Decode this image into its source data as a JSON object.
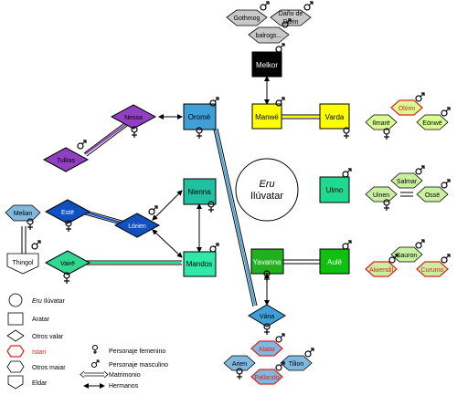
{
  "center": {
    "eru": "Eru",
    "iluvatar": "Ilúvatar"
  },
  "valar": {
    "melkor": "Melkor",
    "manwe": "Manwë",
    "varda": "Varda",
    "orome": "Oromë",
    "nienna": "Nienna",
    "ulmo": "Ulmo",
    "mandos": "Mandos",
    "yavanna": "Yavanna",
    "aule": "Aulë",
    "vana": "Vána",
    "nessa": "Nessa",
    "tulkas": "Tulkas",
    "este": "Estë",
    "lorien": "Lórien",
    "vaire": "Vairë"
  },
  "maiar": {
    "gothmog": "Gothmog",
    "balrogs": "balrogs...",
    "durin": [
      "Daño de",
      "Durin"
    ],
    "olorin": "Olórin",
    "ilmare": "Ilmarë",
    "eonwe": "Eönwë",
    "salmar": "Salmar",
    "uinen": "Uinen",
    "osse": "Ossë",
    "sauron": "Sauron",
    "aiwendil": "Aiwendil",
    "curumo": "Curumo",
    "alatar": "Alatar",
    "arien": "Arien",
    "tilion": "Tilion",
    "pallando": "Pallando",
    "melian": "Melian",
    "thingol": "Thingol"
  },
  "legend": {
    "eru": "Eru",
    "eru_rest": " Ilúvatar",
    "aratar": "Aratar",
    "otros_valar": "Otros valar",
    "istari": "Istari",
    "otros_maiar": "Otros maiar",
    "eldar": "Eldar",
    "femenino": "Personaje femenino",
    "masculino": "Personaje masculino",
    "matrimonio": "Matrimonio",
    "hermanos": "Hermanos"
  },
  "colors": {
    "manwe": "#ffff00",
    "orome": "#3fa0d8",
    "nienna": "#20c0a0",
    "ulmo": "#20d890",
    "mandos": "#30e8a8",
    "yavanna": "#20b020",
    "aule": "#10c010",
    "vana": "#3fa0d8",
    "nessa": "#9040c0",
    "este": "#1050c0",
    "vaire": "#30d890",
    "melkor": "#000000",
    "manwe_maiar": "#d8ff90",
    "ulmo_maiar": "#c8f0a0",
    "grey_maiar": "#c8c8c8",
    "blue_maiar": "#80b8e0",
    "istari_border": "#e02020"
  }
}
